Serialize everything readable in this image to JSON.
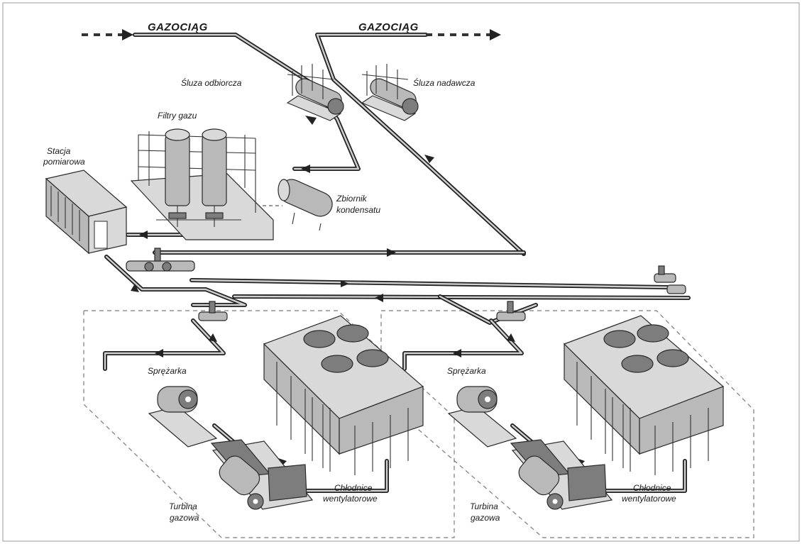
{
  "labels": {
    "gas_pipeline_in": "GAZOCIĄG",
    "gas_pipeline_out": "GAZOCIĄG",
    "receiving_lock": "Śluza  odbiorcza",
    "sending_lock": "Śluza  nadawcza",
    "gas_filters": "Filtry  gazu",
    "metering_station_1": "Stacja",
    "metering_station_2": "pomiarowa",
    "condensate_tank_1": "Zbiornik",
    "condensate_tank_2": "kondensatu",
    "compressor_left": "Sprężarka",
    "compressor_right": "Sprężarka",
    "turbine_left_1": "Turbina",
    "turbine_left_2": "gazowa",
    "turbine_right_1": "Turbina",
    "turbine_right_2": "gazowa",
    "coolers_left_1": "Chłodnice",
    "coolers_left_2": "wentylatorowe",
    "coolers_right_1": "Chłodnice",
    "coolers_right_2": "wentylatorowe"
  },
  "colors": {
    "pipe": "#222222",
    "equipment": "#b9b9b9",
    "background": "#ffffff"
  }
}
